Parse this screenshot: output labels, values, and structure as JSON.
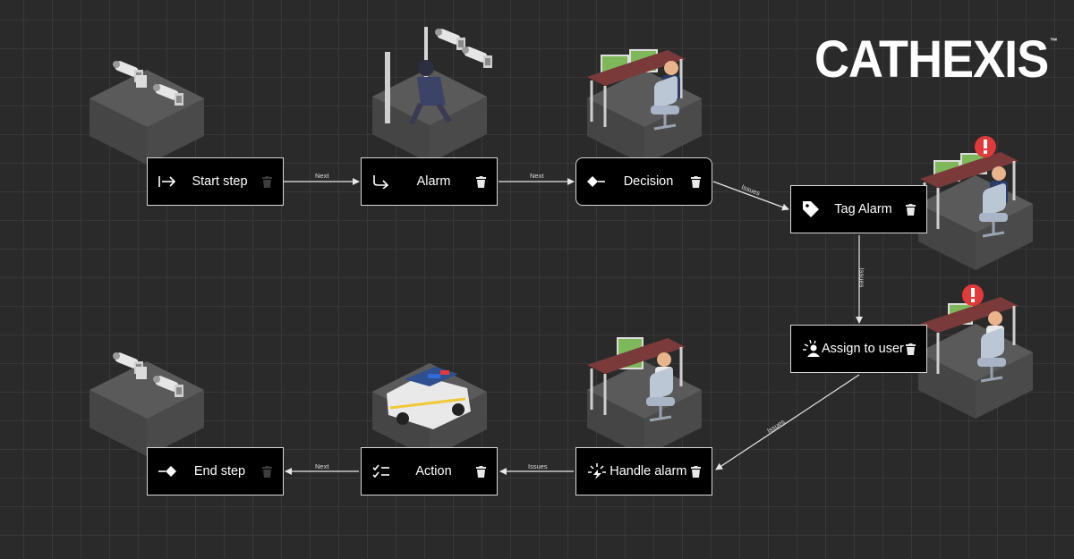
{
  "brand": {
    "name": "CATHEXIS",
    "trademark": "™"
  },
  "nodes": {
    "start": {
      "label": "Start step",
      "icon": "start-arrow-icon"
    },
    "alarm": {
      "label": "Alarm",
      "icon": "redirect-arrow-icon"
    },
    "decision": {
      "label": "Decision",
      "icon": "decision-diamond-icon"
    },
    "tag_alarm": {
      "label": "Tag Alarm",
      "icon": "tag-icon"
    },
    "assign_user": {
      "label": "Assign to user",
      "icon": "assign-user-icon"
    },
    "handle_alarm": {
      "label": "Handle alarm",
      "icon": "handle-alarm-icon"
    },
    "action": {
      "label": "Action",
      "icon": "checklist-icon"
    },
    "end": {
      "label": "End step",
      "icon": "end-diamond-icon"
    }
  },
  "edges": {
    "start_alarm": "Next",
    "alarm_decision": "Next",
    "decision_tag": "Issues",
    "tag_assign": "Issues",
    "assign_handle": "Issues",
    "handle_action": "Issues",
    "action_end": "Next"
  },
  "colors": {
    "background": "#2a2a2a",
    "grid": "#383838",
    "node_fill": "#000000",
    "node_border": "#d8d8d8",
    "alert_red": "#e03a3a",
    "monitor_green": "#7fb85a"
  }
}
